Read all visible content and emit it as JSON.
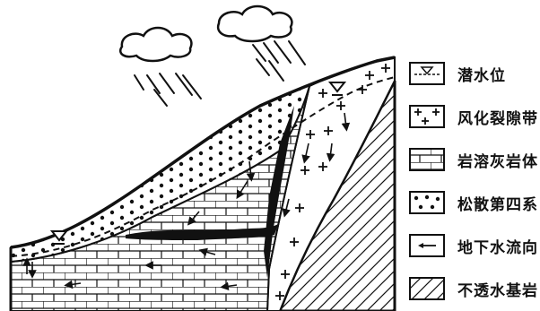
{
  "legend": {
    "items": [
      {
        "label": "潜水位",
        "icon": "water-table-symbol"
      },
      {
        "label": "风化裂隙带",
        "icon": "weathered-fracture-zone-pattern"
      },
      {
        "label": "岩溶灰岩体",
        "icon": "karst-limestone-pattern"
      },
      {
        "label": "松散第四系",
        "icon": "loose-quaternary-pattern"
      },
      {
        "label": "地下水流向",
        "icon": "groundwater-flow-arrow"
      },
      {
        "label": "不透水基岩",
        "icon": "impermeable-bedrock-pattern"
      }
    ]
  }
}
